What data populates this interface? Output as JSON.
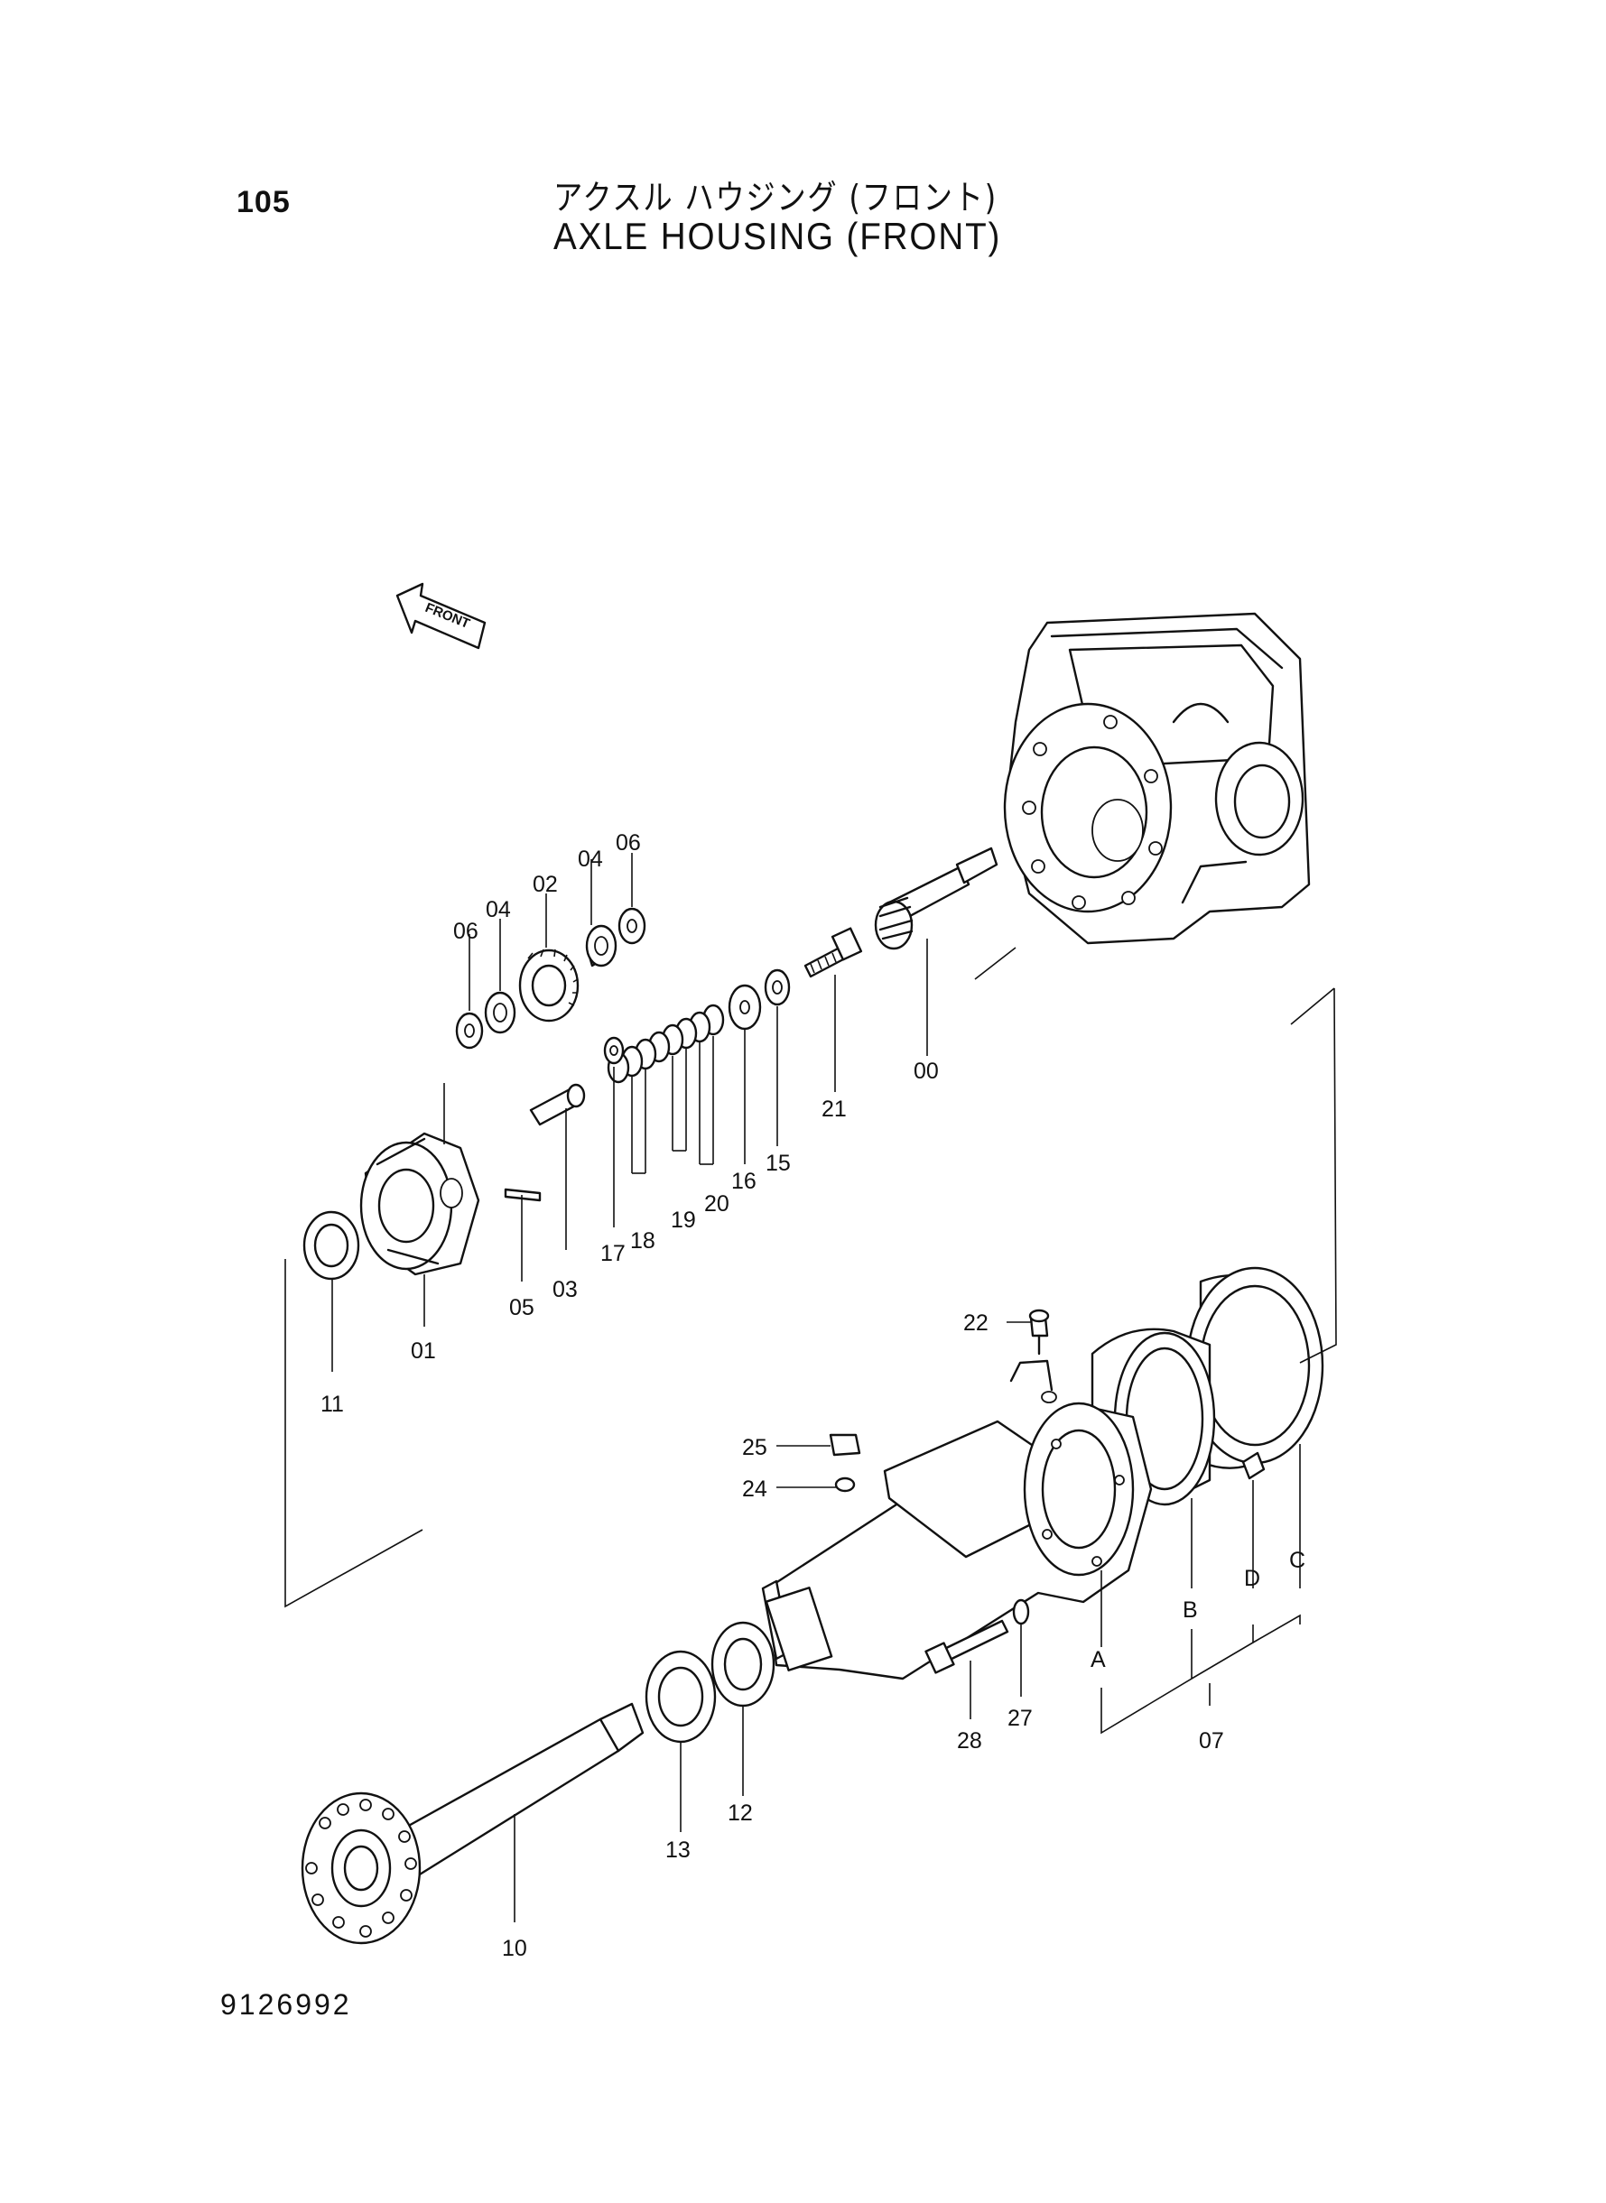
{
  "header": {
    "page_number": "105",
    "title_jp": "アクスル ハウジング (フロント)",
    "title_en": "AXLE HOUSING (FRONT)"
  },
  "footer": {
    "diagram_code": "9126992"
  },
  "direction_arrow": {
    "label": "FRONT"
  },
  "callouts": {
    "p00": "00",
    "p01": "01",
    "p02": "02",
    "p03": "03",
    "p04a": "04",
    "p04b": "04",
    "p05": "05",
    "p06a": "06",
    "p06b": "06",
    "p07": "07",
    "p10": "10",
    "p11": "11",
    "p12": "12",
    "p13": "13",
    "p15": "15",
    "p16": "16",
    "p17": "17",
    "p18": "18",
    "p19": "19",
    "p20": "20",
    "p21": "21",
    "p22": "22",
    "p24": "24",
    "p25": "25",
    "p27": "27",
    "p28": "28",
    "pA": "A",
    "pB": "B",
    "pC": "C",
    "pD": "D"
  }
}
